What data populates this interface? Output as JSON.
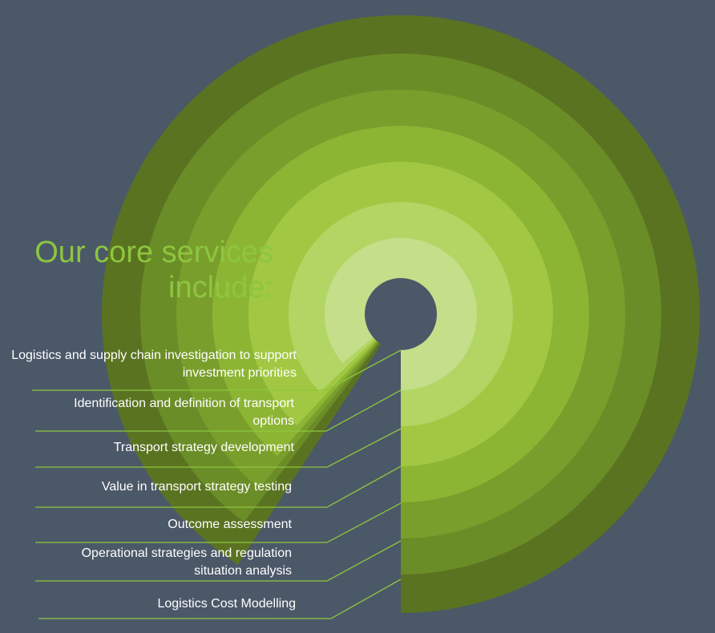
{
  "title": {
    "line1": "Our core services",
    "line2": "include:"
  },
  "services": [
    "Logistics and supply chain investigation to support investment priorities",
    "Identification and definition of transport options",
    "Transport strategy development",
    "Value in transport strategy testing",
    "Outcome assessment",
    "Operational strategies and regulation situation analysis",
    "Logistics Cost Modelling"
  ],
  "colors": {
    "background": "#4b5868",
    "title": "#8dc63f",
    "connector": "#8dc63f",
    "rings": [
      "#c4de8a",
      "#b3d564",
      "#a2c843",
      "#8db534",
      "#7a9e2c",
      "#6b8d27",
      "#5a7321"
    ]
  }
}
